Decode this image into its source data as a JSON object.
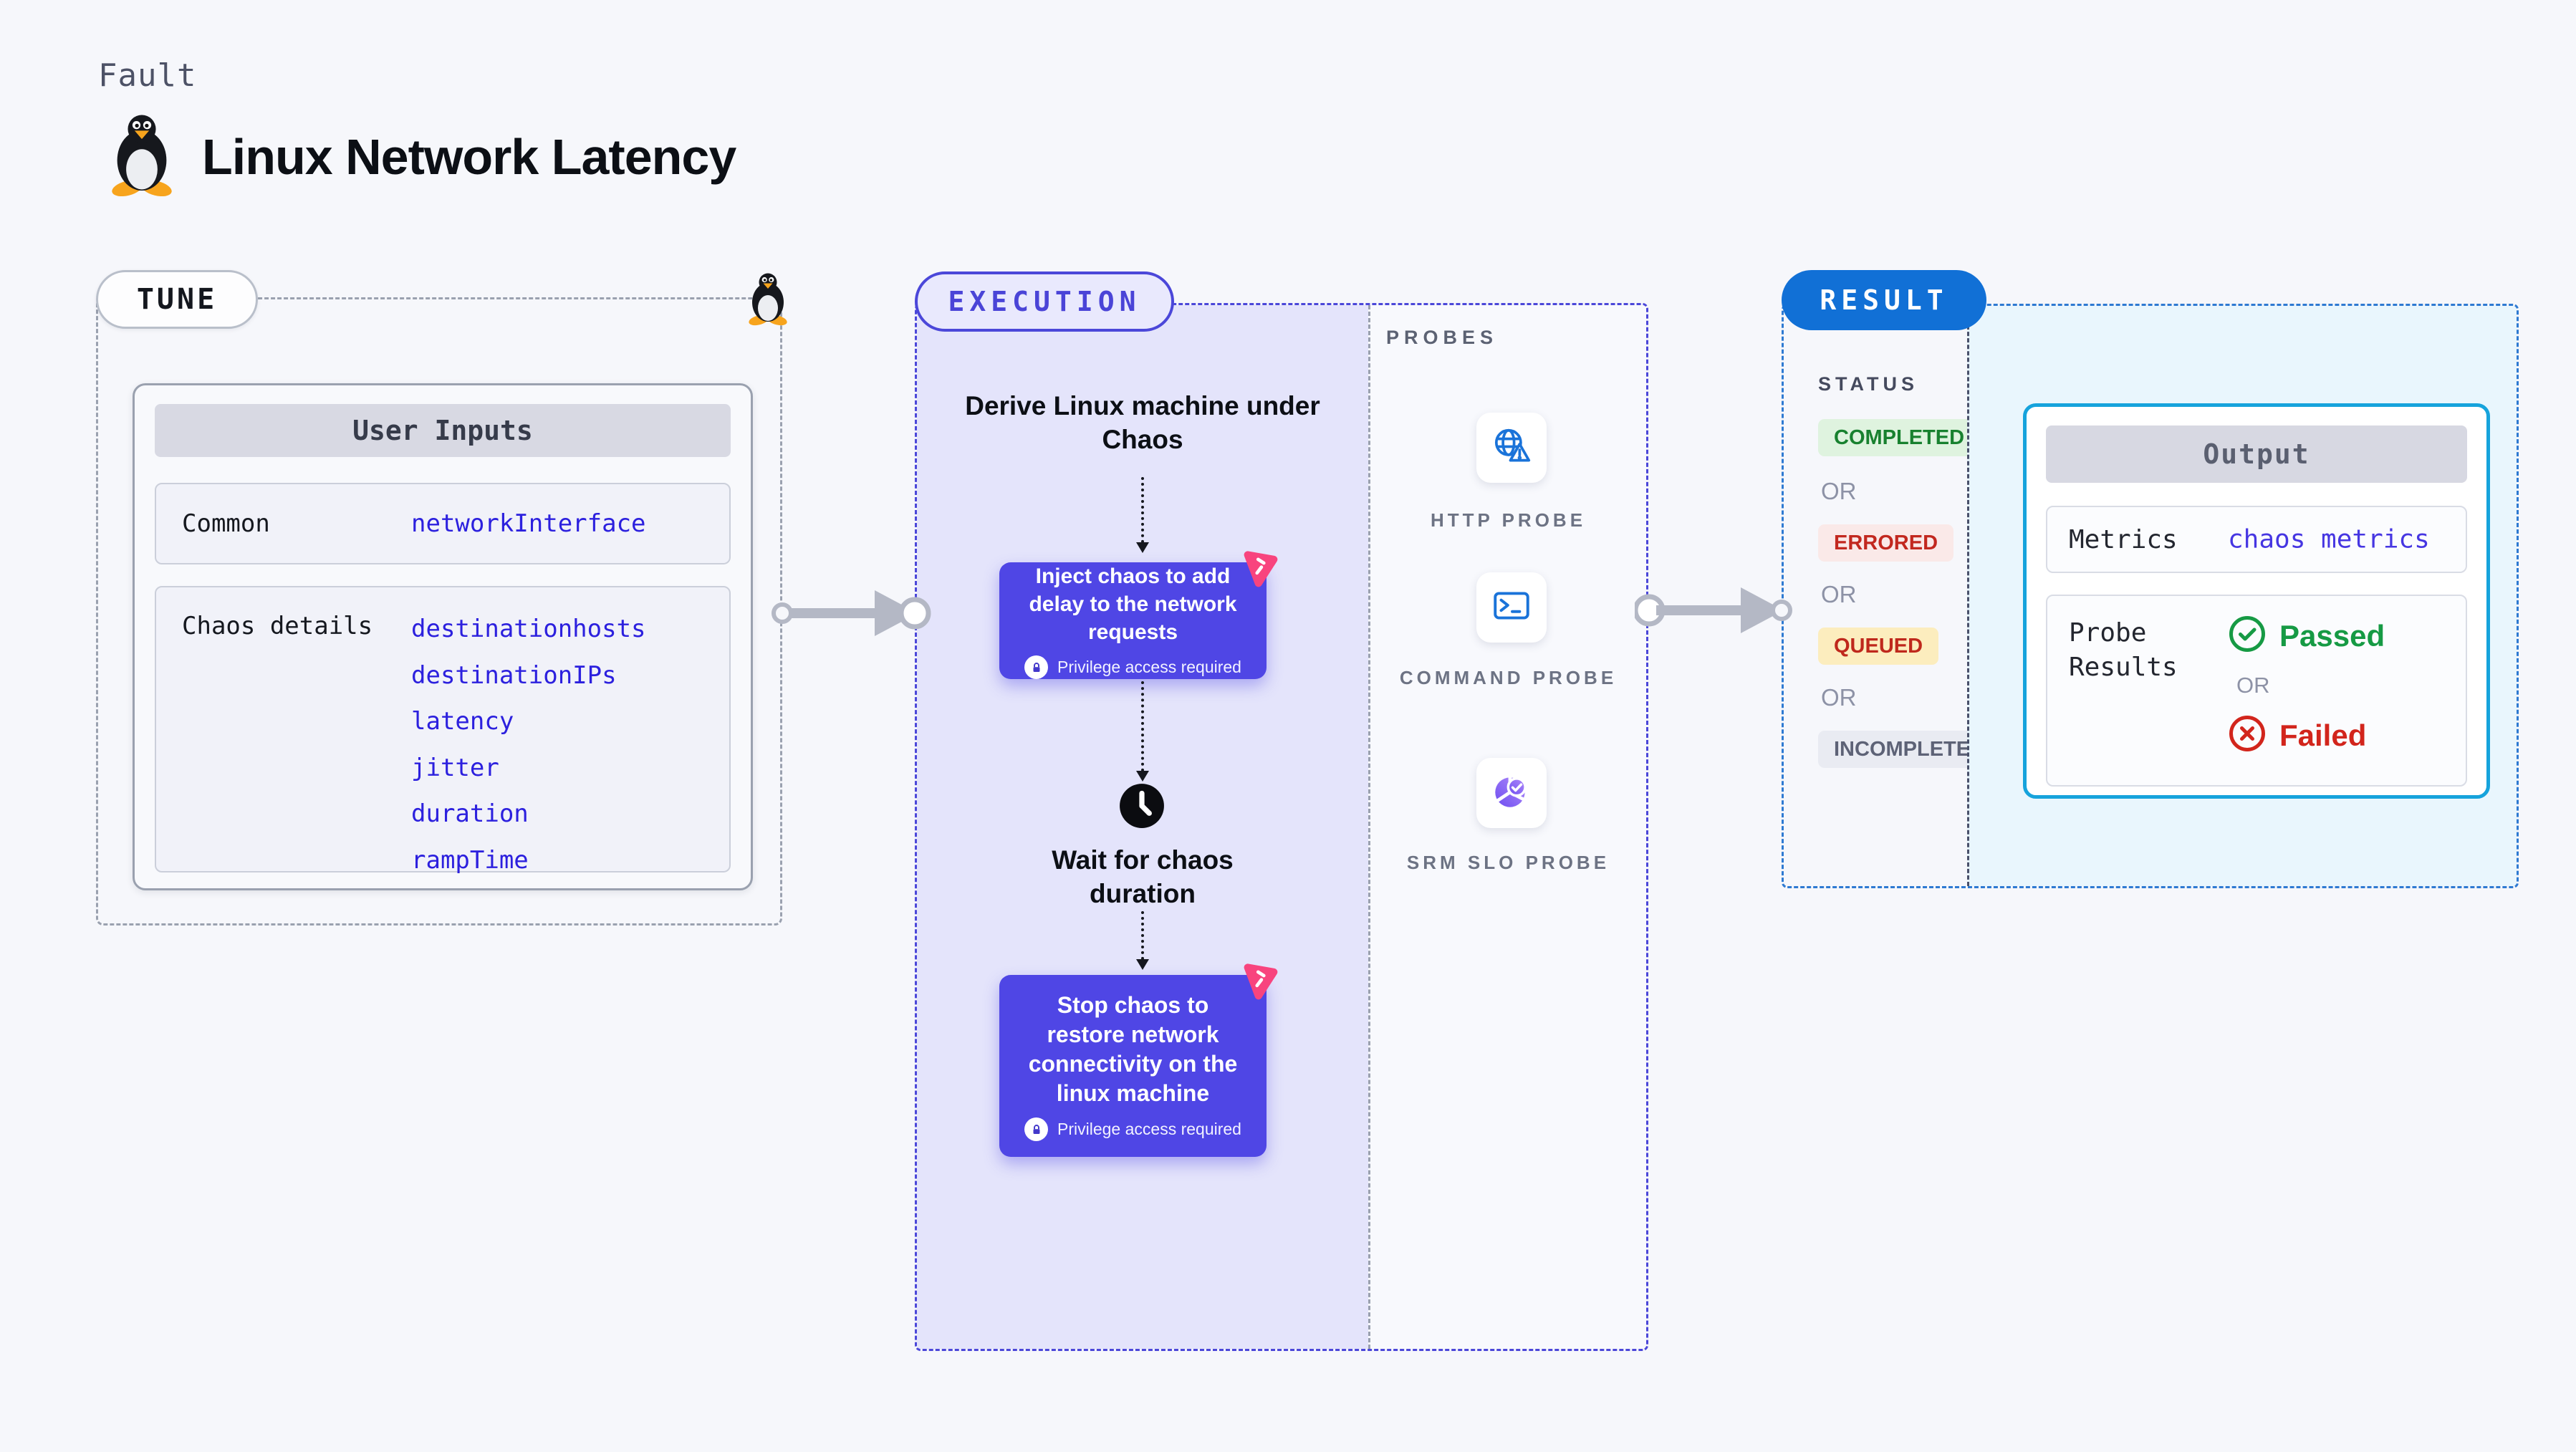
{
  "header": {
    "kicker": "Fault",
    "title": "Linux Network Latency"
  },
  "tune": {
    "label": "TUNE",
    "user_inputs": {
      "header": "User Inputs",
      "rows": [
        {
          "label": "Common",
          "values": [
            "networkInterface"
          ]
        },
        {
          "label": "Chaos details",
          "values": [
            "destinationhosts",
            "destinationIPs",
            "latency",
            "jitter",
            "duration",
            "rampTime"
          ]
        }
      ]
    }
  },
  "execution": {
    "label": "EXECUTION",
    "derive_text": "Derive Linux machine under Chaos",
    "inject_text": "Inject chaos to add delay to the network requests",
    "wait_text": "Wait for chaos duration",
    "stop_text": "Stop chaos to restore network connectivity on the linux machine",
    "privilege_text": "Privilege access required"
  },
  "probes": {
    "label": "PROBES",
    "items": [
      {
        "label": "HTTP PROBE",
        "icon": "globe-alert-icon"
      },
      {
        "label": "COMMAND PROBE",
        "icon": "terminal-icon"
      },
      {
        "label": "SRM SLO PROBE",
        "icon": "slo-pie-check-icon"
      }
    ]
  },
  "result": {
    "label": "RESULT",
    "status_label": "STATUS",
    "or_label": "OR",
    "badges": [
      {
        "label": "COMPLETED",
        "bg": "#dff3df",
        "fg": "#18812f"
      },
      {
        "label": "ERRORED",
        "bg": "#fae9e8",
        "fg": "#c2281f"
      },
      {
        "label": "QUEUED",
        "bg": "#fcedbe",
        "fg": "#bf281c"
      },
      {
        "label": "INCOMPLETED",
        "bg": "#e9ebf2",
        "fg": "#5d6276"
      }
    ],
    "output": {
      "header": "Output",
      "metrics_label": "Metrics",
      "metrics_value": "chaos metrics",
      "probe_results_label": "Probe Results",
      "passed_label": "Passed",
      "or_label": "OR",
      "failed_label": "Failed"
    }
  },
  "colors": {
    "accent_indigo": "#4f46e5",
    "accent_blue": "#1170d6",
    "accent_cyan": "#16a3dc",
    "accent_pink": "#f8447e",
    "value_blue": "#2c20de",
    "passed_green": "#169a44",
    "failed_red": "#d2251c"
  }
}
